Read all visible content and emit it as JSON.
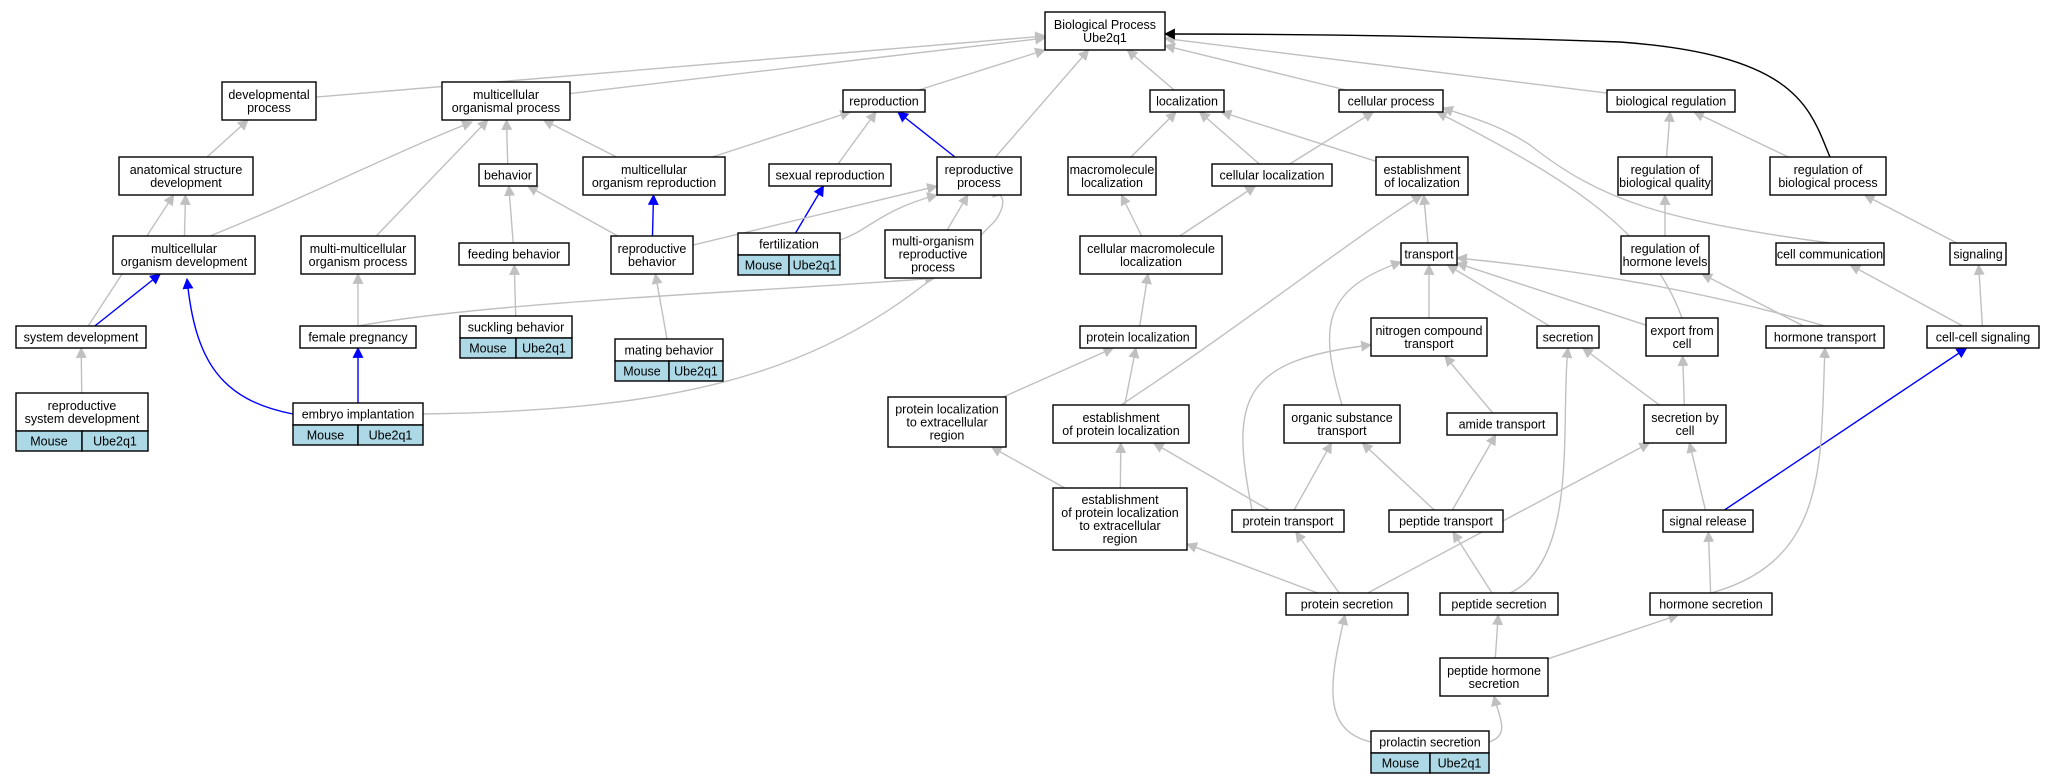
{
  "colors": {
    "gray": "#c0c0c0",
    "blue": "#0000ff",
    "black": "#000000",
    "tag_fill": "#add8e6"
  },
  "nodes": [
    {
      "id": "bp",
      "lines": [
        "Biological Process",
        "Ube2q1"
      ]
    },
    {
      "id": "devproc",
      "lines": [
        "developmental",
        "process"
      ]
    },
    {
      "id": "multproc",
      "lines": [
        "multicellular",
        "organismal process"
      ]
    },
    {
      "id": "repro",
      "lines": [
        "reproduction"
      ]
    },
    {
      "id": "local",
      "lines": [
        "localization"
      ]
    },
    {
      "id": "cellproc",
      "lines": [
        "cellular process"
      ]
    },
    {
      "id": "bioreg",
      "lines": [
        "biological regulation"
      ]
    },
    {
      "id": "anat",
      "lines": [
        "anatomical structure",
        "development"
      ]
    },
    {
      "id": "behav",
      "lines": [
        "behavior"
      ]
    },
    {
      "id": "multrepro",
      "lines": [
        "multicellular",
        "organism reproduction"
      ]
    },
    {
      "id": "sexrepro",
      "lines": [
        "sexual reproduction"
      ]
    },
    {
      "id": "reproproc",
      "lines": [
        "reproductive",
        "process"
      ]
    },
    {
      "id": "macroloc",
      "lines": [
        "macromolecule",
        "localization"
      ]
    },
    {
      "id": "cellloc",
      "lines": [
        "cellular localization"
      ]
    },
    {
      "id": "estloc",
      "lines": [
        "establishment",
        "of localization"
      ]
    },
    {
      "id": "regqual",
      "lines": [
        "regulation of",
        "biological quality"
      ]
    },
    {
      "id": "regbp",
      "lines": [
        "regulation of",
        "biological process"
      ]
    },
    {
      "id": "multdev",
      "lines": [
        "multicellular",
        "organism development"
      ]
    },
    {
      "id": "multimult",
      "lines": [
        "multi-multicellular",
        "organism process"
      ]
    },
    {
      "id": "feeding",
      "lines": [
        "feeding behavior"
      ]
    },
    {
      "id": "reprobeh",
      "lines": [
        "reproductive",
        "behavior"
      ]
    },
    {
      "id": "fert",
      "lines": [
        "fertilization"
      ],
      "tags": [
        "Mouse",
        "Ube2q1"
      ]
    },
    {
      "id": "multorg",
      "lines": [
        "multi-organism",
        "reproductive",
        "process"
      ]
    },
    {
      "id": "cellmacro",
      "lines": [
        "cellular macromolecule",
        "localization"
      ]
    },
    {
      "id": "transport",
      "lines": [
        "transport"
      ]
    },
    {
      "id": "reghorm",
      "lines": [
        "regulation of",
        "hormone levels"
      ]
    },
    {
      "id": "cellcomm",
      "lines": [
        "cell communication"
      ]
    },
    {
      "id": "signaling",
      "lines": [
        "signaling"
      ]
    },
    {
      "id": "sysdev",
      "lines": [
        "system development"
      ]
    },
    {
      "id": "femaleprg",
      "lines": [
        "female pregnancy"
      ]
    },
    {
      "id": "suckling",
      "lines": [
        "suckling behavior"
      ],
      "tags": [
        "Mouse",
        "Ube2q1"
      ]
    },
    {
      "id": "mating",
      "lines": [
        "mating behavior"
      ],
      "tags": [
        "Mouse",
        "Ube2q1"
      ]
    },
    {
      "id": "protloc",
      "lines": [
        "protein localization"
      ]
    },
    {
      "id": "nitro",
      "lines": [
        "nitrogen compound",
        "transport"
      ]
    },
    {
      "id": "secretion",
      "lines": [
        "secretion"
      ]
    },
    {
      "id": "export",
      "lines": [
        "export from",
        "cell"
      ]
    },
    {
      "id": "hormtrans",
      "lines": [
        "hormone transport"
      ]
    },
    {
      "id": "cellcell",
      "lines": [
        "cell-cell signaling"
      ]
    },
    {
      "id": "reprosys",
      "lines": [
        "reproductive",
        "system development"
      ],
      "tags": [
        "Mouse",
        "Ube2q1"
      ]
    },
    {
      "id": "embryo",
      "lines": [
        "embryo implantation"
      ],
      "tags": [
        "Mouse",
        "Ube2q1"
      ]
    },
    {
      "id": "protlocext",
      "lines": [
        "protein localization",
        "to extracellular",
        "region"
      ]
    },
    {
      "id": "estprotloc",
      "lines": [
        "establishment",
        "of protein localization"
      ]
    },
    {
      "id": "orgsub",
      "lines": [
        "organic substance",
        "transport"
      ]
    },
    {
      "id": "amide",
      "lines": [
        "amide transport"
      ]
    },
    {
      "id": "secbycell",
      "lines": [
        "secretion by",
        "cell"
      ]
    },
    {
      "id": "estprotext",
      "lines": [
        "establishment",
        "of protein localization",
        "to extracellular",
        "region"
      ]
    },
    {
      "id": "prottrans",
      "lines": [
        "protein transport"
      ]
    },
    {
      "id": "peptrans",
      "lines": [
        "peptide transport"
      ]
    },
    {
      "id": "sigrel",
      "lines": [
        "signal release"
      ]
    },
    {
      "id": "protsec",
      "lines": [
        "protein secretion"
      ]
    },
    {
      "id": "pepsec",
      "lines": [
        "peptide secretion"
      ]
    },
    {
      "id": "hormsec",
      "lines": [
        "hormone secretion"
      ]
    },
    {
      "id": "pephorm",
      "lines": [
        "peptide hormone",
        "secretion"
      ]
    },
    {
      "id": "prolactin",
      "lines": [
        "prolactin secretion"
      ],
      "tags": [
        "Mouse",
        "Ube2q1"
      ]
    }
  ],
  "edges": [
    {
      "from": "devproc",
      "to": "bp",
      "color": "gray"
    },
    {
      "from": "multproc",
      "to": "bp",
      "color": "gray"
    },
    {
      "from": "repro",
      "to": "bp",
      "color": "gray"
    },
    {
      "from": "reproproc",
      "to": "bp",
      "color": "gray"
    },
    {
      "from": "local",
      "to": "bp",
      "color": "gray"
    },
    {
      "from": "cellproc",
      "to": "bp",
      "color": "gray"
    },
    {
      "from": "bioreg",
      "to": "bp",
      "color": "gray"
    },
    {
      "from": "regbp",
      "to": "bp",
      "color": "black"
    },
    {
      "from": "anat",
      "to": "devproc",
      "color": "gray"
    },
    {
      "from": "multdev",
      "to": "anat",
      "color": "gray"
    },
    {
      "from": "sysdev",
      "to": "anat",
      "color": "gray"
    },
    {
      "from": "sysdev",
      "to": "multdev",
      "color": "blue"
    },
    {
      "from": "reprosys",
      "to": "sysdev",
      "color": "gray"
    },
    {
      "from": "embryo",
      "to": "multdev",
      "color": "blue"
    },
    {
      "from": "multdev",
      "to": "multproc",
      "color": "gray"
    },
    {
      "from": "multimult",
      "to": "multproc",
      "color": "gray"
    },
    {
      "from": "behav",
      "to": "multproc",
      "color": "gray"
    },
    {
      "from": "multrepro",
      "to": "multproc",
      "color": "gray"
    },
    {
      "from": "multrepro",
      "to": "repro",
      "color": "gray"
    },
    {
      "from": "sexrepro",
      "to": "repro",
      "color": "gray"
    },
    {
      "from": "reproproc",
      "to": "repro",
      "color": "blue"
    },
    {
      "from": "fert",
      "to": "sexrepro",
      "color": "blue"
    },
    {
      "from": "fert",
      "to": "reproproc",
      "color": "gray"
    },
    {
      "from": "reprobeh",
      "to": "reproproc",
      "color": "gray"
    },
    {
      "from": "multorg",
      "to": "reproproc",
      "color": "gray"
    },
    {
      "from": "embryo",
      "to": "reproproc",
      "color": "gray"
    },
    {
      "from": "feeding",
      "to": "behav",
      "color": "gray"
    },
    {
      "from": "reprobeh",
      "to": "behav",
      "color": "gray"
    },
    {
      "from": "reprobeh",
      "to": "multrepro",
      "color": "blue"
    },
    {
      "from": "suckling",
      "to": "feeding",
      "color": "gray"
    },
    {
      "from": "mating",
      "to": "reprobeh",
      "color": "gray"
    },
    {
      "from": "femaleprg",
      "to": "multimult",
      "color": "gray"
    },
    {
      "from": "femaleprg",
      "to": "multorg",
      "color": "gray"
    },
    {
      "from": "embryo",
      "to": "femaleprg",
      "color": "blue"
    },
    {
      "from": "macroloc",
      "to": "local",
      "color": "gray"
    },
    {
      "from": "cellloc",
      "to": "local",
      "color": "gray"
    },
    {
      "from": "estloc",
      "to": "local",
      "color": "gray"
    },
    {
      "from": "cellloc",
      "to": "cellproc",
      "color": "gray"
    },
    {
      "from": "cellmacro",
      "to": "macroloc",
      "color": "gray"
    },
    {
      "from": "cellmacro",
      "to": "cellloc",
      "color": "gray"
    },
    {
      "from": "protloc",
      "to": "cellmacro",
      "color": "gray"
    },
    {
      "from": "transport",
      "to": "estloc",
      "color": "gray"
    },
    {
      "from": "estprotloc",
      "to": "estloc",
      "color": "gray"
    },
    {
      "from": "estprotloc",
      "to": "protloc",
      "color": "gray"
    },
    {
      "from": "protlocext",
      "to": "protloc",
      "color": "gray"
    },
    {
      "from": "estprotext",
      "to": "protlocext",
      "color": "gray"
    },
    {
      "from": "estprotext",
      "to": "estprotloc",
      "color": "gray"
    },
    {
      "from": "prottrans",
      "to": "estprotloc",
      "color": "gray"
    },
    {
      "from": "nitro",
      "to": "transport",
      "color": "gray"
    },
    {
      "from": "orgsub",
      "to": "transport",
      "color": "gray"
    },
    {
      "from": "secretion",
      "to": "transport",
      "color": "gray"
    },
    {
      "from": "export",
      "to": "transport",
      "color": "gray"
    },
    {
      "from": "hormtrans",
      "to": "transport",
      "color": "gray"
    },
    {
      "from": "prottrans",
      "to": "nitro",
      "color": "gray"
    },
    {
      "from": "amide",
      "to": "nitro",
      "color": "gray"
    },
    {
      "from": "prottrans",
      "to": "orgsub",
      "color": "gray"
    },
    {
      "from": "peptrans",
      "to": "orgsub",
      "color": "gray"
    },
    {
      "from": "peptrans",
      "to": "amide",
      "color": "gray"
    },
    {
      "from": "secbycell",
      "to": "secretion",
      "color": "gray"
    },
    {
      "from": "secbycell",
      "to": "export",
      "color": "gray"
    },
    {
      "from": "export",
      "to": "cellproc",
      "color": "gray"
    },
    {
      "from": "sigrel",
      "to": "secbycell",
      "color": "gray"
    },
    {
      "from": "sigrel",
      "to": "cellcell",
      "color": "blue"
    },
    {
      "from": "protsec",
      "to": "estprotext",
      "color": "gray"
    },
    {
      "from": "protsec",
      "to": "prottrans",
      "color": "gray"
    },
    {
      "from": "protsec",
      "to": "secbycell",
      "color": "gray"
    },
    {
      "from": "pepsec",
      "to": "peptrans",
      "color": "gray"
    },
    {
      "from": "pepsec",
      "to": "secretion",
      "color": "gray"
    },
    {
      "from": "hormsec",
      "to": "sigrel",
      "color": "gray"
    },
    {
      "from": "hormsec",
      "to": "hormtrans",
      "color": "gray"
    },
    {
      "from": "pephorm",
      "to": "pepsec",
      "color": "gray"
    },
    {
      "from": "pephorm",
      "to": "hormsec",
      "color": "gray"
    },
    {
      "from": "prolactin",
      "to": "pephorm",
      "color": "gray"
    },
    {
      "from": "prolactin",
      "to": "protsec",
      "color": "gray"
    },
    {
      "from": "regqual",
      "to": "bioreg",
      "color": "gray"
    },
    {
      "from": "regbp",
      "to": "bioreg",
      "color": "gray"
    },
    {
      "from": "reghorm",
      "to": "regqual",
      "color": "gray"
    },
    {
      "from": "hormtrans",
      "to": "reghorm",
      "color": "gray"
    },
    {
      "from": "cellcomm",
      "to": "cellproc",
      "color": "gray"
    },
    {
      "from": "cellcell",
      "to": "cellcomm",
      "color": "gray"
    },
    {
      "from": "cellcell",
      "to": "signaling",
      "color": "gray"
    },
    {
      "from": "signaling",
      "to": "regbp",
      "color": "gray"
    }
  ]
}
